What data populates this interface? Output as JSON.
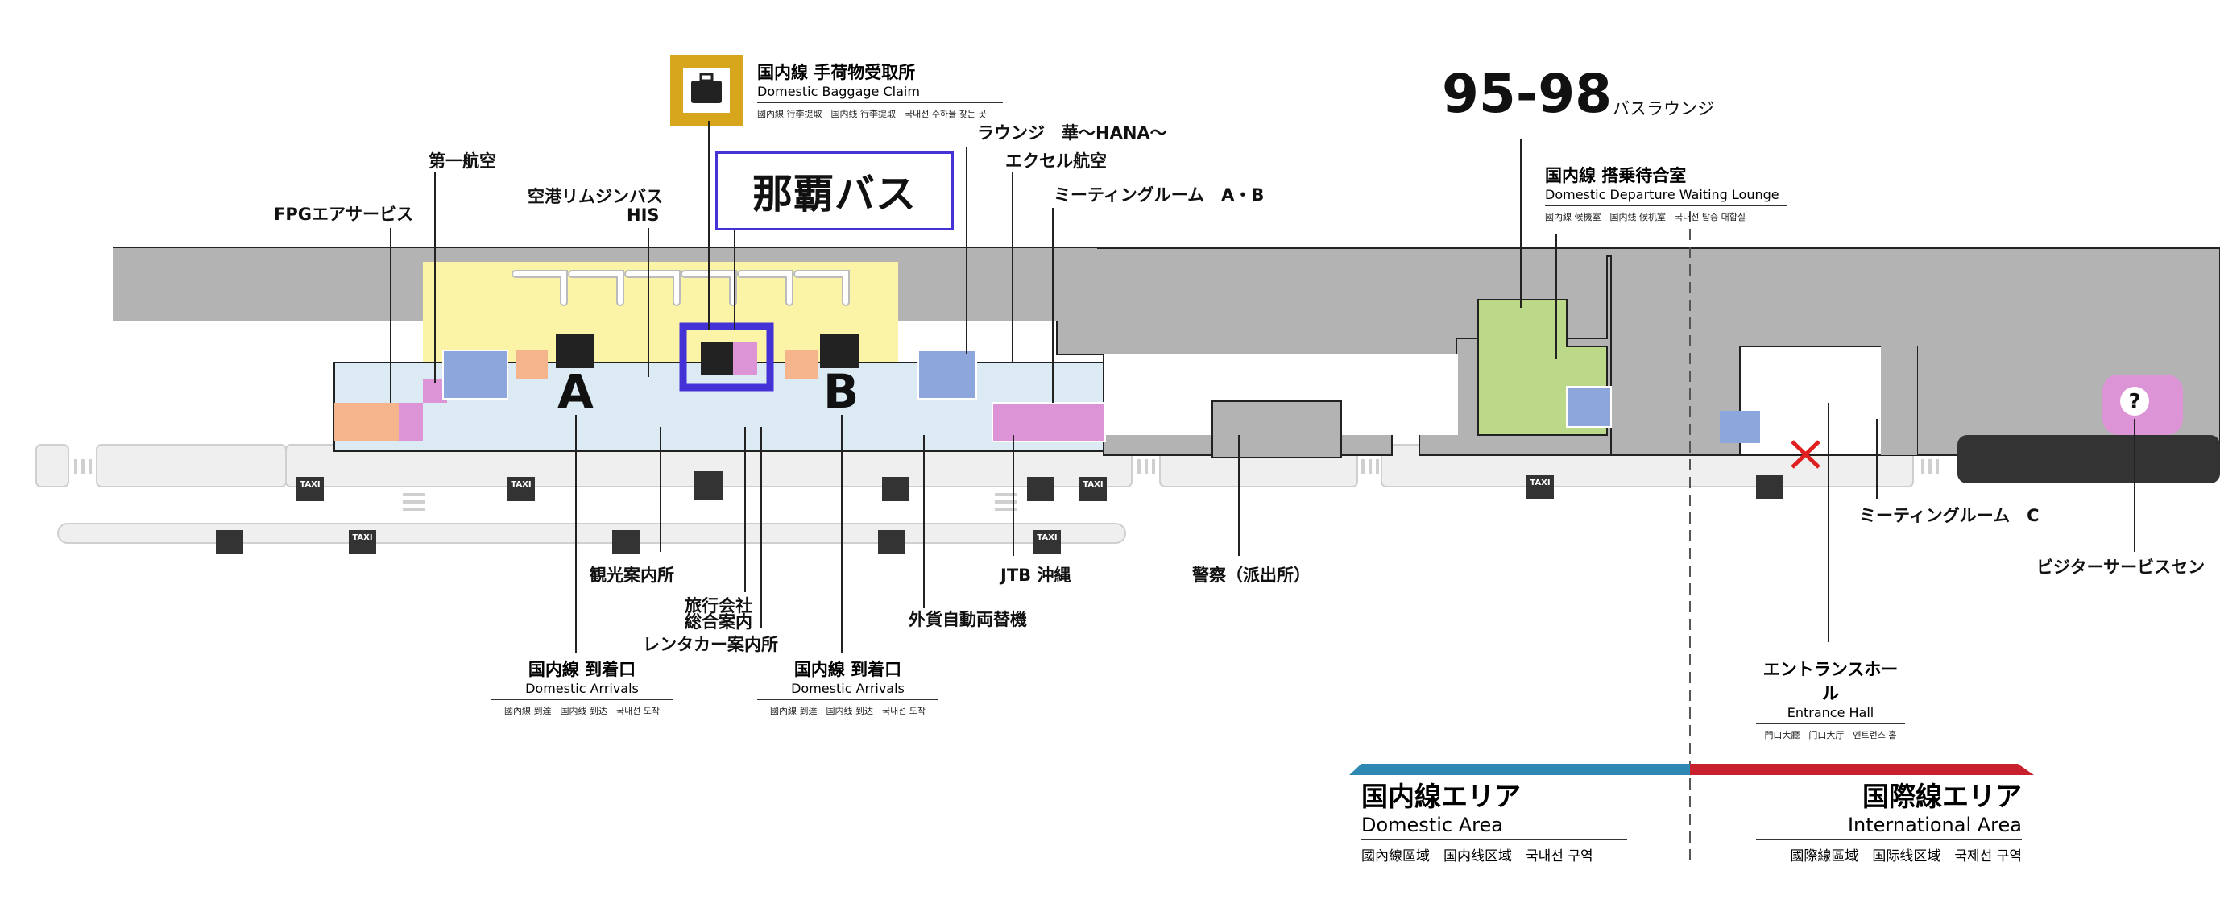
{
  "baggage": {
    "ja": "国内線 手荷物受取所",
    "en": "Domestic Baggage Claim",
    "mini": "國內線 行李提取　国内线 行李提取　국내선 수하물 찾는 곳"
  },
  "callout": "那覇バス",
  "gate_a": "A",
  "gate_b": "B",
  "labels": {
    "fpg": "FPGエアサービス",
    "daiichi": "第一航空",
    "limousine": "空港リムジンバス",
    "his": "HIS",
    "lounge_hana": "ラウンジ　華〜HANA〜",
    "excel": "エクセル航空",
    "meeting_ab": "ミーティングルーム　A・B",
    "kanko": "観光案内所",
    "ryoko1": "旅行会社",
    "ryoko2": "総合案内",
    "rentacar": "レンタカー案内所",
    "jtb": "JTB 沖縄",
    "gaika": "外貨自動両替機",
    "keisatsu": "警察（派出所）",
    "meeting_c": "ミーティングルーム　C",
    "visitor": "ビジターサービスセン"
  },
  "arrivals_a": {
    "ja": "国内線 到着口",
    "en": "Domestic Arrivals",
    "mini": "國內線 到達　国内线 到达　국내선 도착"
  },
  "arrivals_b": {
    "ja": "国内線 到着口",
    "en": "Domestic Arrivals",
    "mini": "國內線 到達　国内线 到达　국내선 도착"
  },
  "bus_gates": {
    "number": "95-98",
    "label": "バスラウンジ"
  },
  "departure_lounge": {
    "ja": "国内線 搭乗待合室",
    "en": "Domestic Departure Waiting Lounge",
    "mini": "國內線 候機室　国内线 候机室　국내선 탑승 대합실"
  },
  "entrance": {
    "ja": "エントランスホール",
    "en": "Entrance Hall",
    "mini": "門口大廳　门口大厅　엔트런스 홀"
  },
  "domestic_area": {
    "ja": "国内線エリア",
    "en": "Domestic Area",
    "mini": "國內線區域　国内线区域　국내선 구역"
  },
  "intl_area": {
    "ja": "国際線エリア",
    "en": "International Area",
    "mini": "國際線區域　国际线区域　국제선 구역"
  },
  "icons": {
    "taxi": "TAXI",
    "help": "?"
  },
  "colors": {
    "building": "#b3b3b3",
    "baggage_hall": "#fbf3a6",
    "arrival_hall": "#dcebf3",
    "lounge_green": "#bcd98a",
    "pink": "#dc94d6",
    "orange": "#f5b48c",
    "blue": "#8da6dc",
    "highlight": "#4432d6",
    "gold": "#d8a61c",
    "domestic_blue": "#2f87b4",
    "intl_red": "#c8202d"
  }
}
